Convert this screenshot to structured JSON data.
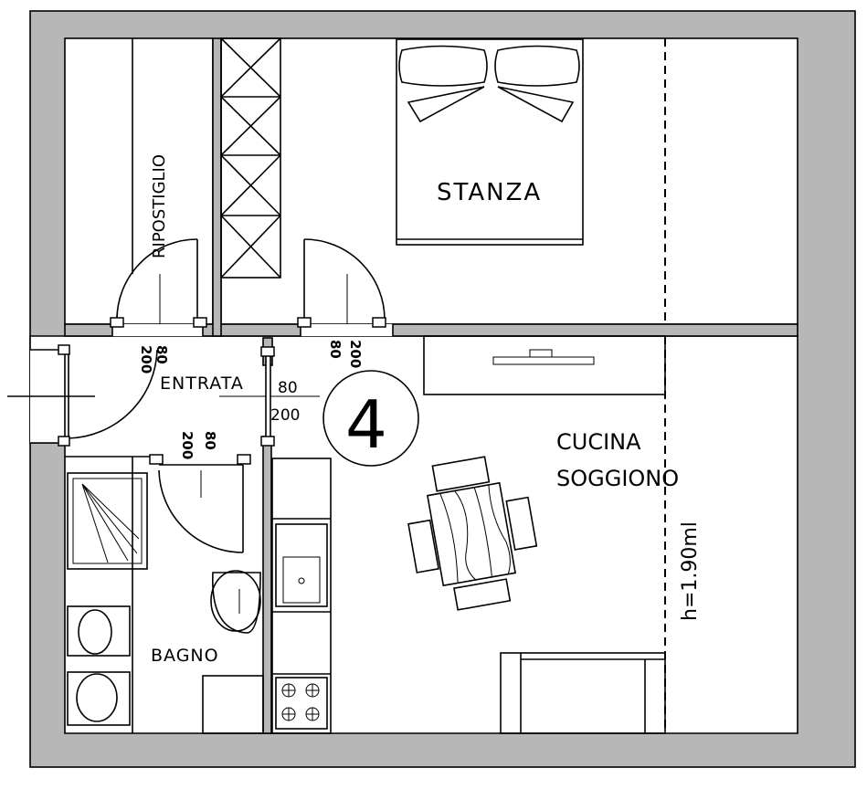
{
  "rooms": {
    "ripostiglio": "RIPOSTIGLIO",
    "stanza": "STANZA",
    "entrata": "ENTRATA",
    "cucina_line1": "CUCINA",
    "cucina_line2": "SOGGIONO",
    "bagno": "BAGNO"
  },
  "doors": {
    "ripostiglio": {
      "width": "80",
      "height": "200"
    },
    "stanza": {
      "width": "80",
      "height": "200"
    },
    "entrata": {
      "width": "80",
      "height": "200"
    },
    "bagno": {
      "width": "80",
      "height": "200"
    }
  },
  "height_note": "h=1.90ml",
  "unit_number": "4"
}
